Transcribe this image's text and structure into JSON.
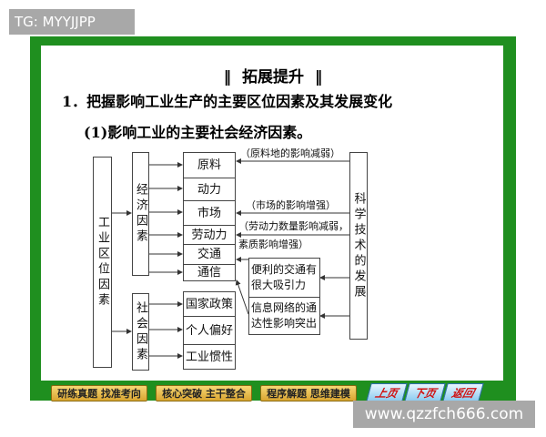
{
  "watermark_top": "TG: MYYJJPP",
  "watermark_bottom": "www.qzzfch666.com",
  "slide": {
    "section_title": "‖  拓展提升  ‖",
    "heading": "1．把握影响工业生产的主要区位因素及其发展变化",
    "subheading": "(1)影响工业的主要社会经济因素。",
    "diagram": {
      "root": "工业区位因素",
      "economic": "经济因素",
      "social": "社会因素",
      "economic_factors": [
        "原料",
        "动力",
        "市场",
        "劳动力",
        "交通",
        "通信"
      ],
      "social_factors": [
        "国家政策",
        "个人偏好",
        "工业惯性"
      ],
      "tech": "科学技术的发展",
      "transport_note": "便利的交通有很大吸引力",
      "info_note": "信息网络的通达性影响突出",
      "notes": [
        "（原料地的影响减弱）",
        "（市场的影响增强）",
        "（劳动力数量影响减弱，",
        "素质影响增强）"
      ]
    }
  },
  "nav": {
    "buttons": [
      "研练真题 找准考向",
      "核心突破 主干整合",
      "程序解题 思维建模"
    ],
    "pages": [
      "上页",
      "下页",
      "返回"
    ]
  },
  "colors": {
    "frame": "#1f8f1f",
    "nav_button": "#e8bf50",
    "page_button": "#8ecbf0"
  }
}
